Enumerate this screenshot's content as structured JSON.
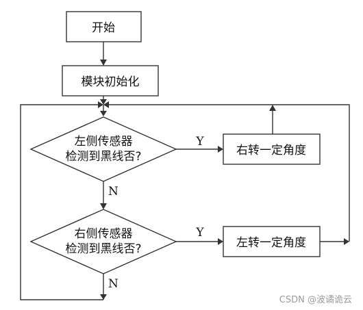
{
  "nodes": {
    "start": "开始",
    "init": "模块初始化",
    "decision_left": [
      "左侧传感器",
      "检测到黑线否?"
    ],
    "decision_right": [
      "右侧传感器",
      "检测到黑线否?"
    ],
    "turn_right": "右转一定角度",
    "turn_left": "左转一定角度"
  },
  "edges": {
    "left_yes": "Y",
    "left_no": "N",
    "right_yes": "Y",
    "right_no": "N"
  },
  "watermark": "CSDN @波谲诡云",
  "colors": {
    "line": "#333333",
    "text": "#111111",
    "watermark": "#9a9a9a"
  }
}
